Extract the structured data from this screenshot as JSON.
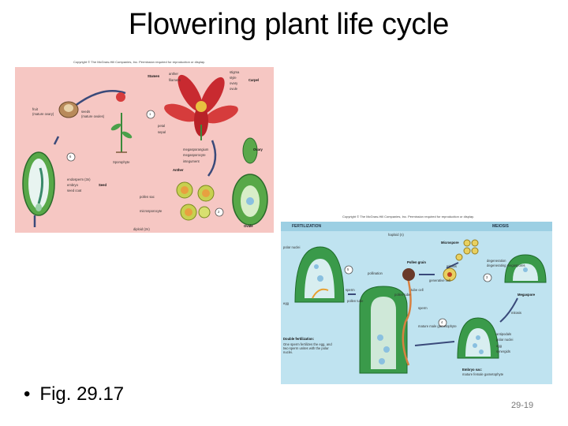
{
  "slide": {
    "title": "Flowering plant life cycle",
    "bullet": "Fig. 29.17",
    "page_number": "29-19"
  },
  "figure_top": {
    "copyright": "Copyright © The McGraw-Hill Companies, Inc. Permission required for reproduction or display.",
    "labels": {
      "stamen": "Stamen",
      "anther": "anther",
      "filament": "filament",
      "stigma": "stigma",
      "style": "style",
      "ovary": "ovary",
      "ovule": "ovule",
      "carpel": "Carpel",
      "petal": "petal",
      "sepal": "sepal",
      "fruit": "fruit",
      "mature_ovary": "(mature ovary)",
      "seeds": "seeds",
      "mature_ovules": "(mature ovules)",
      "sporophyte": "Sporophyte",
      "megasporangium": "megasporangium",
      "megasporocyte": "megasporocyte",
      "integument": "integument",
      "ovary_right": "Ovary",
      "anther_bold": "Anther",
      "pollen_sac": "pollen sac",
      "microsporocyte": "microsporocyte",
      "endosperm": "endosperm (3n)",
      "embryo": "embryo",
      "seed_coat": "seed coat",
      "seed": "Seed",
      "ovule_bold": "Ovule",
      "diploid": "diploid (2n)",
      "step1": "1",
      "step2": "2",
      "step6": "6"
    }
  },
  "figure_bottom": {
    "copyright": "Copyright © The McGraw-Hill Companies, Inc. Permission required for reproduction or display.",
    "band_left": "FERTILIZATION",
    "band_right": "MEIOSIS",
    "labels": {
      "haploid": "haploid (n)",
      "polar_nuclei": "polar nuclei",
      "microspore": "Microspore",
      "mitosis": "mitosis",
      "pollen_grain": "Pollen grain",
      "pollination": "pollination",
      "generative_cell": "generative cell",
      "tube_cell": "tube cell",
      "pollen_tube": "pollen tube",
      "sperm": "sperm",
      "egg": "egg",
      "mature_male_gametophyte": "mature male gametophyte",
      "degeneration": "degeneration",
      "degenerating_megaspores": "degenerating megaspores",
      "megaspore": "Megaspore",
      "mitosis2": "mitosis",
      "antipodals": "antipodals",
      "polar_nuclei2": "polar nuclei",
      "egg2": "egg",
      "synergids": "synergids",
      "embryo_sac": "Embryo sac:",
      "mature_female_gametophyte": "mature female gametophyte",
      "double_fertilization": "Double fertilization:",
      "double_fert_text": "One sperm fertilizes the egg, and two sperm unites with the polar nuclei.",
      "step3": "3",
      "step4": "4",
      "step5": "5"
    }
  }
}
